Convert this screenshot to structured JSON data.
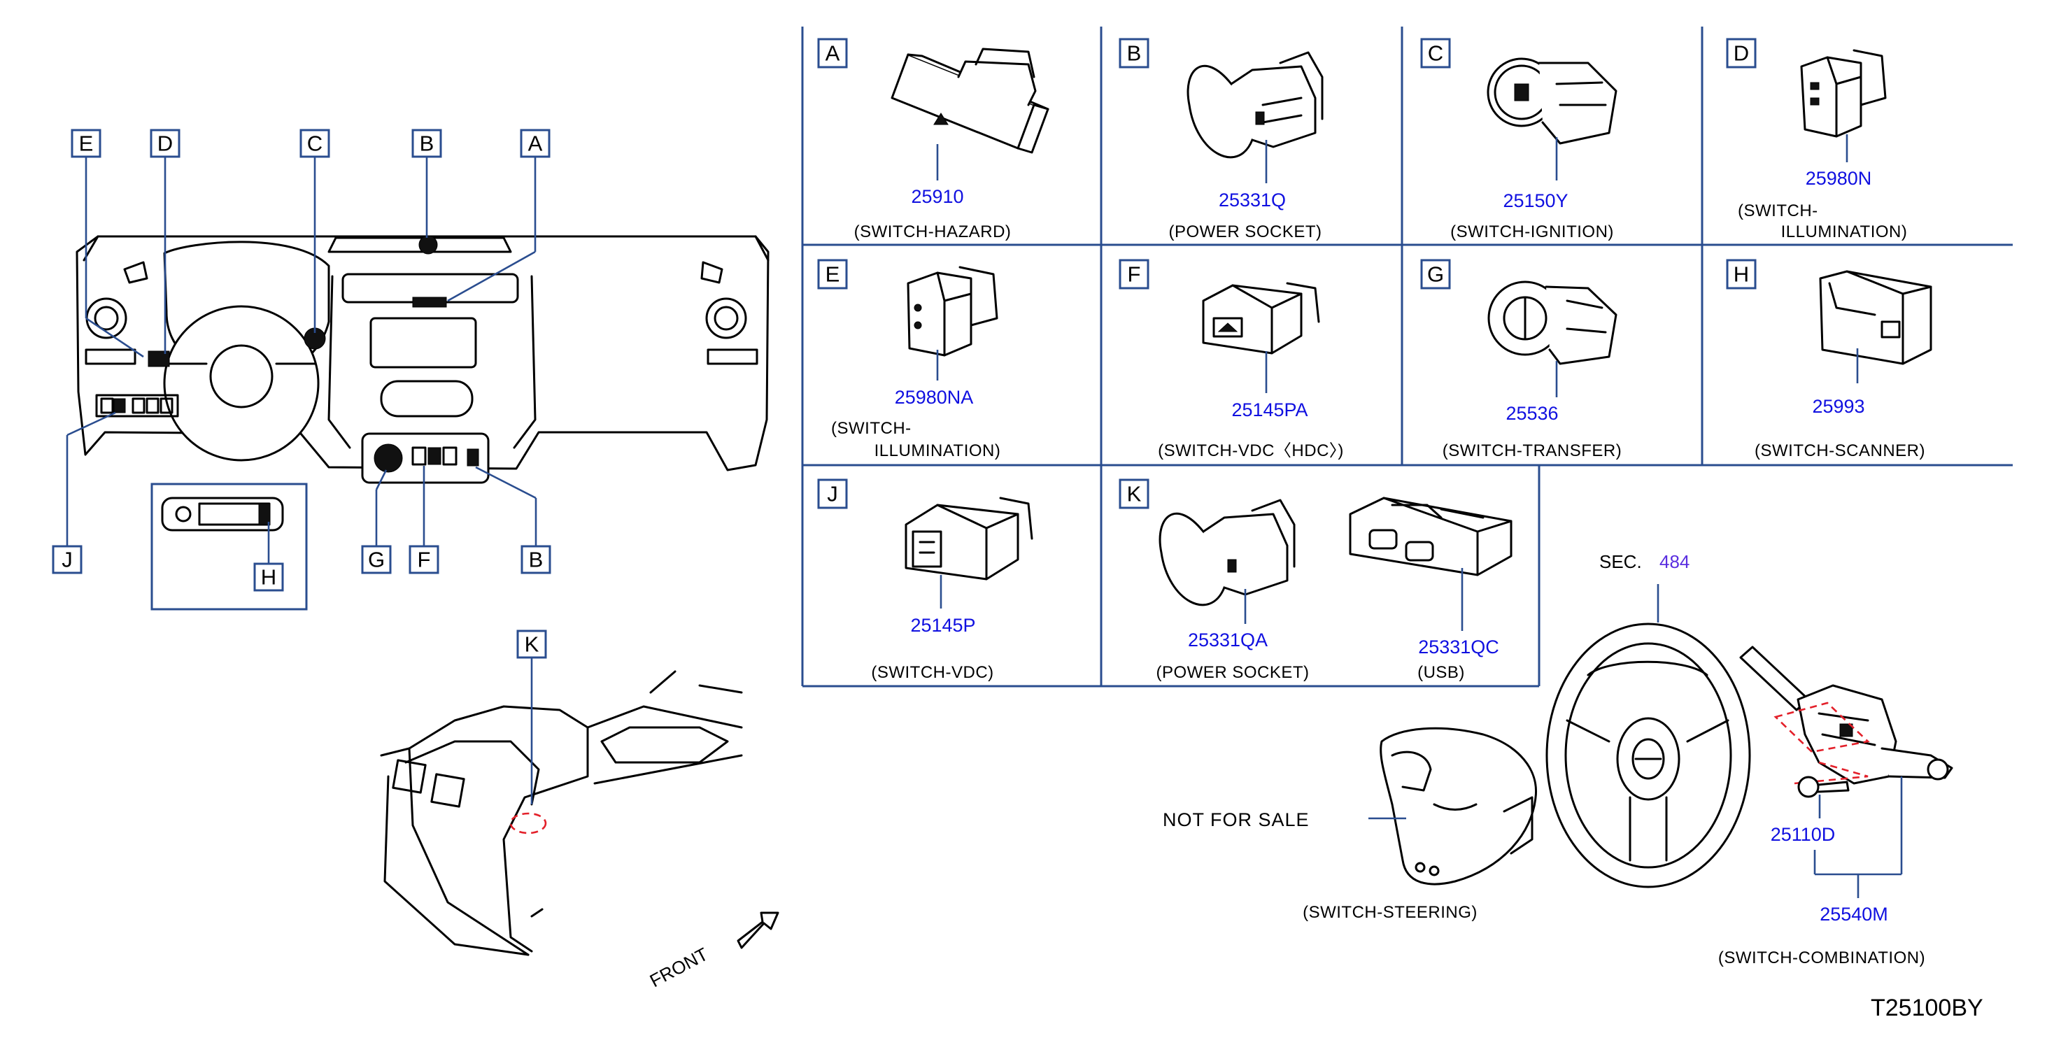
{
  "diagram": {
    "callouts": {
      "top_E": "E",
      "top_D": "D",
      "top_C": "C",
      "top_B": "B",
      "top_A": "A",
      "bot_J": "J",
      "bot_H": "H",
      "bot_G": "G",
      "bot_F": "F",
      "bot_B": "B",
      "console_K": "K"
    },
    "cells": [
      {
        "key": "A",
        "part_number": "25910",
        "caption": [
          "(SWITCH-HAZARD)"
        ]
      },
      {
        "key": "B",
        "part_number": "25331Q",
        "caption": [
          "(POWER   SOCKET)"
        ]
      },
      {
        "key": "C",
        "part_number": "25150Y",
        "caption": [
          "(SWITCH-IGNITION)"
        ]
      },
      {
        "key": "D",
        "part_number": "25980N",
        "caption": [
          "(SWITCH-",
          "ILLUMINATION)"
        ]
      },
      {
        "key": "E",
        "part_number": "25980NA",
        "caption": [
          "(SWITCH-",
          "ILLUMINATION)"
        ]
      },
      {
        "key": "F",
        "part_number": "25145PA",
        "caption": [
          "(SWITCH-VDC〈HDC〉)"
        ]
      },
      {
        "key": "G",
        "part_number": "25536",
        "caption": [
          "(SWITCH-TRANSFER)"
        ]
      },
      {
        "key": "H",
        "part_number": "25993",
        "caption": [
          "(SWITCH-SCANNER)"
        ]
      },
      {
        "key": "J",
        "part_number": "25145P",
        "caption": [
          "(SWITCH-VDC)"
        ]
      },
      {
        "key": "K",
        "part_number": "25331QA",
        "caption": [
          "(POWER   SOCKET)"
        ]
      },
      {
        "key": "K2",
        "part_number": "25331QC",
        "caption": [
          "(USB)"
        ]
      }
    ],
    "sec_label": "SEC.",
    "sec_number": "484",
    "not_for_sale": "NOT   FOR   SALE",
    "steering_caption": "(SWITCH-STEERING)",
    "screw_part": "25110D",
    "combination_part": "25540M",
    "combination_caption": "(SWITCH-COMBINATION)",
    "front_label": "FRONT",
    "document_id": "T25100BY"
  },
  "colors": {
    "frame": "#2a4d8f",
    "part_number": "#1010e0",
    "sec_number": "#5a2ee0",
    "dashed_marker": "#e3202a"
  }
}
